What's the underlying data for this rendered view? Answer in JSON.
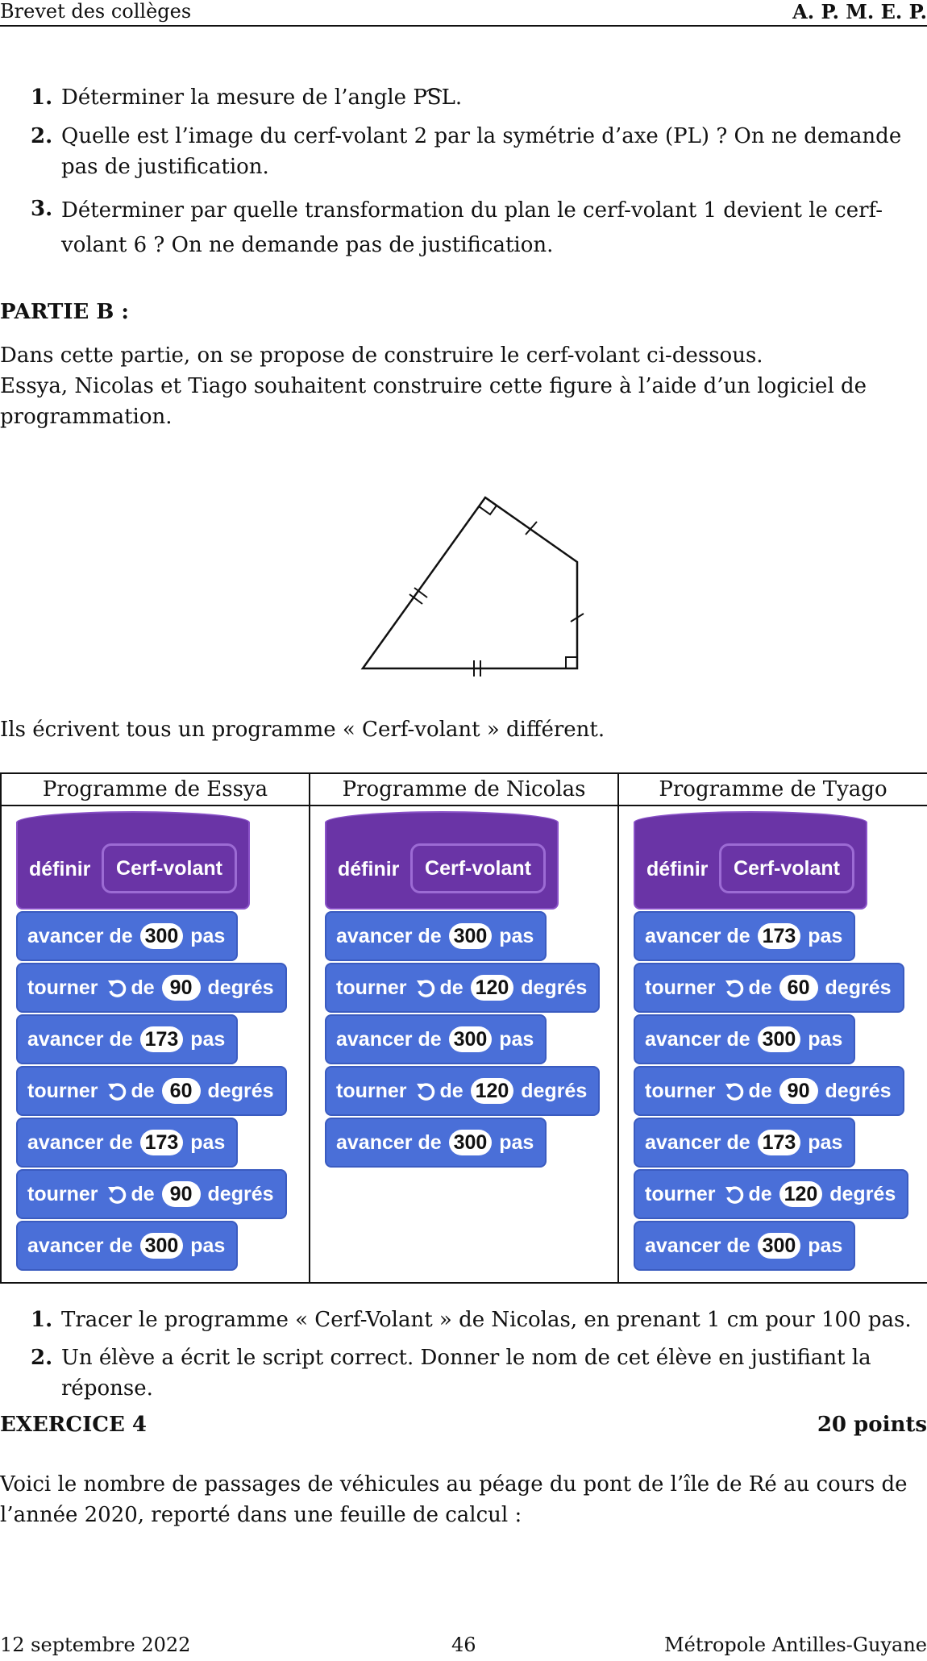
{
  "header": {
    "left": "Brevet des collèges",
    "right": "A. P. M. E. P."
  },
  "partA_questions": [
    {
      "num": "1.",
      "text": "Déterminer la mesure de l’angle PSL."
    },
    {
      "num": "2.",
      "text": "Quelle est l’image du cerf-volant 2 par la symétrie d’axe (PL) ? On ne demande pas de justification."
    },
    {
      "num": "3.",
      "text": "Déterminer par quelle transformation du plan le cerf-volant 1 devient le cerf-volant 6 ? On ne demande pas de justification."
    }
  ],
  "partB": {
    "title": "PARTIE B :",
    "intro1": "Dans cette partie, on se propose de construire le cerf-volant ci-dessous.",
    "intro2": "Essya, Nicolas et Tiago souhaitent construire cette figure à l’aide d’un logiciel de programmation.",
    "intro3": "Ils écrivent tous un programme « Cerf-volant » différent."
  },
  "programs": [
    {
      "title": "Programme de Essya",
      "define": "définir",
      "name": "Cerf-volant",
      "blocks": [
        [
          "avancer de",
          "300",
          "pas"
        ],
        [
          "tourner",
          "90",
          "degrés"
        ],
        [
          "avancer de",
          "173",
          "pas"
        ],
        [
          "tourner",
          "60",
          "degrés"
        ],
        [
          "avancer de",
          "173",
          "pas"
        ],
        [
          "tourner",
          "90",
          "degrés"
        ],
        [
          "avancer de",
          "300",
          "pas"
        ]
      ]
    },
    {
      "title": "Programme de Nicolas",
      "define": "définir",
      "name": "Cerf-volant",
      "blocks": [
        [
          "avancer de",
          "300",
          "pas"
        ],
        [
          "tourner",
          "120",
          "degrés"
        ],
        [
          "avancer de",
          "300",
          "pas"
        ],
        [
          "tourner",
          "120",
          "degrés"
        ],
        [
          "avancer de",
          "300",
          "pas"
        ]
      ]
    },
    {
      "title": "Programme de Tyago",
      "define": "définir",
      "name": "Cerf-volant",
      "blocks": [
        [
          "avancer de",
          "173",
          "pas"
        ],
        [
          "tourner",
          "60",
          "degrés"
        ],
        [
          "avancer de",
          "300",
          "pas"
        ],
        [
          "tourner",
          "90",
          "degrés"
        ],
        [
          "avancer de",
          "173",
          "pas"
        ],
        [
          "tourner",
          "120",
          "degrés"
        ],
        [
          "avancer de",
          "300",
          "pas"
        ]
      ]
    }
  ],
  "partB_questions": [
    {
      "num": "1.",
      "text": "Tracer le programme « Cerf-Volant » de Nicolas, en prenant 1 cm pour 100 pas."
    },
    {
      "num": "2.",
      "text": "Un élève a écrit le script correct. Donner le nom de cet élève en justifiant la réponse."
    }
  ],
  "exercise4": {
    "title": "EXERCICE 4",
    "points": "20 points",
    "text": "Voici le nombre de passages de véhicules au péage du pont de l’île de Ré au cours de l’année 2020, reporté dans une feuille de calcul :"
  },
  "footer": {
    "left": "12 septembre 2022",
    "center": "46",
    "right": "Métropole Antilles-Guyane"
  },
  "colors": {
    "hat": "#6a34a6",
    "motion": "#4a6fd8"
  }
}
